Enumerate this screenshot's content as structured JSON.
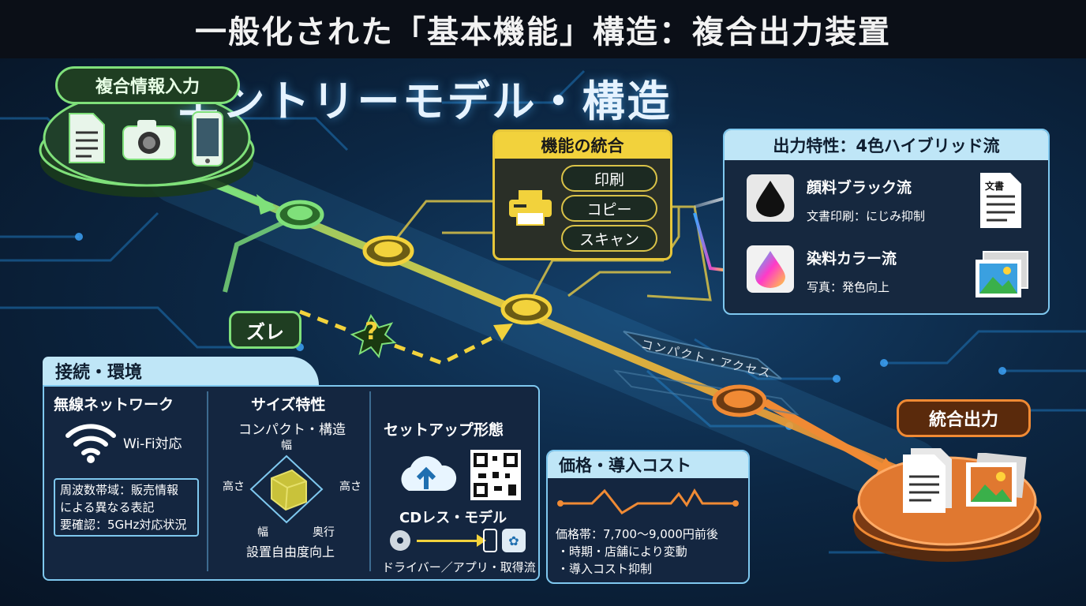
{
  "header": {
    "title": "一般化された「基本機能」構造：複合出力装置"
  },
  "main": {
    "heading": "エントリーモデル・構造"
  },
  "input": {
    "label": "複合情報入力",
    "icons": [
      "document-icon",
      "camera-icon",
      "smartphone-icon"
    ]
  },
  "deviation": {
    "label": "ズレ",
    "mark": "?"
  },
  "functions": {
    "title": "機能の統合",
    "items": [
      "印刷",
      "コピー",
      "スキャン"
    ]
  },
  "track_label": "コンパクト・アクセス",
  "output_traits": {
    "title": "出力特性：4色ハイブリッド流",
    "black": {
      "name": "顔料ブラック流",
      "desc": "文書印刷：にじみ抑制",
      "doc_label": "文書"
    },
    "color": {
      "name": "染料カラー流",
      "desc": "写真：発色向上"
    }
  },
  "connectivity": {
    "title": "接続・環境",
    "wireless": {
      "title": "無線ネットワーク",
      "wifi": "Wi-Fi対応",
      "note": [
        "周波数帯域：販売情報",
        "による異なる表記",
        "要確認：5GHz対応状況"
      ]
    },
    "size": {
      "title": "サイズ特性",
      "subtitle": "コンパクト・構造",
      "top": "幅",
      "left": "高さ",
      "right": "高さ",
      "bottom_left": "幅",
      "bottom_right": "奥行",
      "footer": "設置自由度向上"
    },
    "setup": {
      "title": "セットアップ形態",
      "model": "CDレス・モデル",
      "flow": "ドライバー／アプリ・取得流"
    }
  },
  "price": {
    "title": "価格・導入コスト",
    "range": "価格帯：7,700〜9,000円前後",
    "bullets": [
      "・時期・店舗により変動",
      "・導入コスト抑制"
    ]
  },
  "output": {
    "label": "統合出力"
  },
  "colors": {
    "accent_green": "#7fe07a",
    "accent_yellow": "#f2d23c",
    "accent_orange": "#f08a34",
    "panel_blue": "#7fc8ef",
    "panel_bg": "#16283f"
  }
}
